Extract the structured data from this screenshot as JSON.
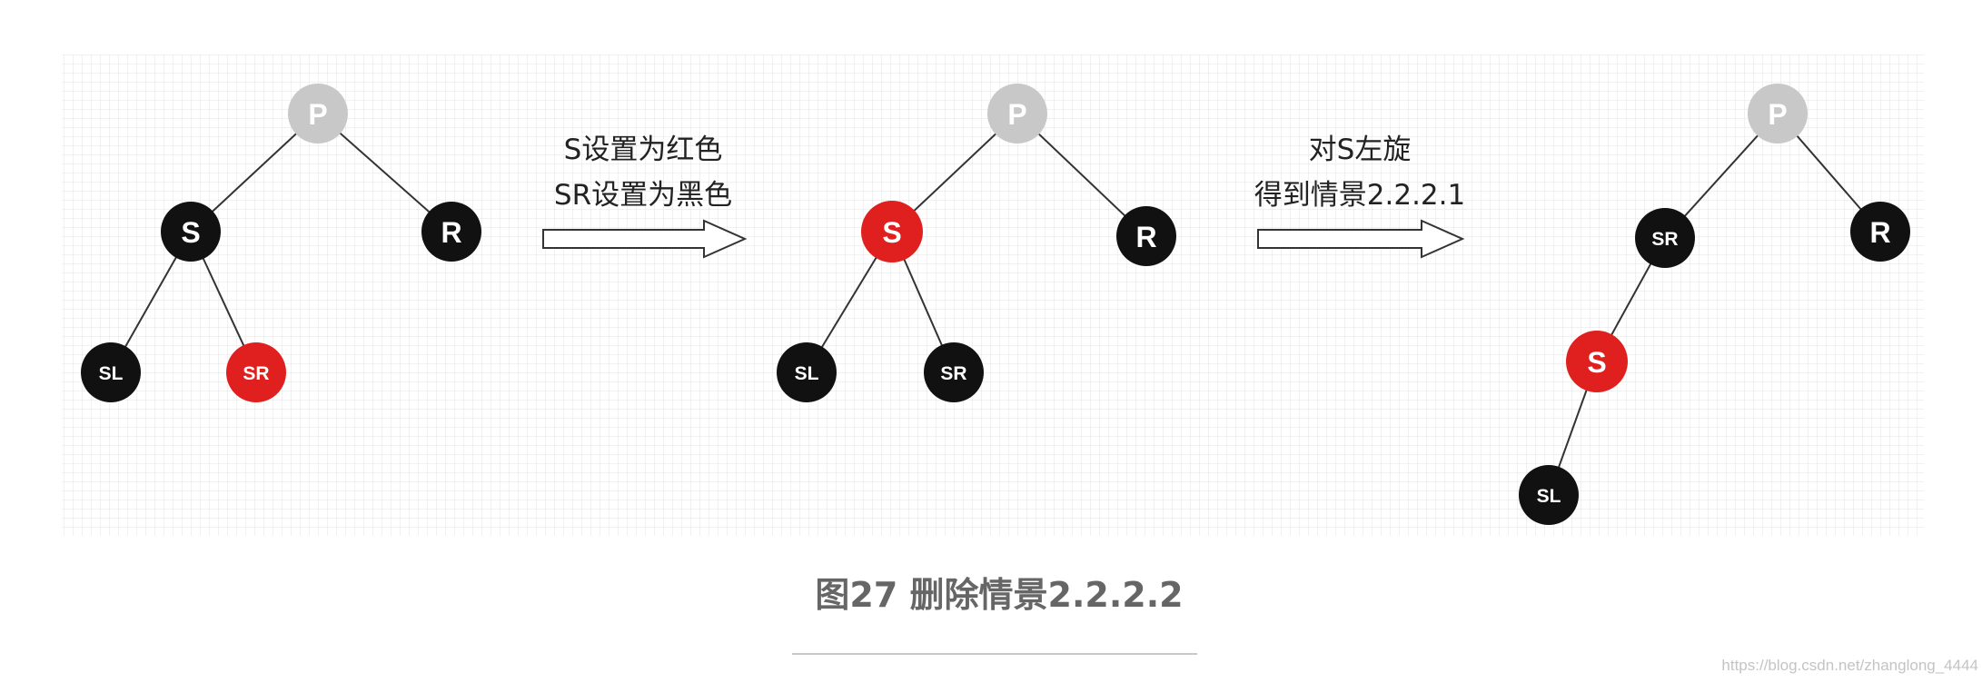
{
  "colors": {
    "black_node": "#111111",
    "red_node": "#e0201f",
    "gray_node": "#c8c8c8",
    "edge": "#333333",
    "grid": "#e3e3e3"
  },
  "panels": [
    {
      "nodes": {
        "P": "P",
        "S": "S",
        "R": "R",
        "SL": "SL",
        "SR": "SR"
      },
      "node_colors": {
        "P": "gray",
        "S": "black",
        "R": "black",
        "SL": "black",
        "SR": "red"
      }
    },
    {
      "nodes": {
        "P": "P",
        "S": "S",
        "R": "R",
        "SL": "SL",
        "SR": "SR"
      },
      "node_colors": {
        "P": "gray",
        "S": "red",
        "R": "black",
        "SL": "black",
        "SR": "black"
      }
    },
    {
      "nodes": {
        "P": "P",
        "SR": "SR",
        "R": "R",
        "S": "S",
        "SL": "SL"
      },
      "node_colors": {
        "P": "gray",
        "SR": "black",
        "R": "black",
        "S": "red",
        "SL": "black"
      }
    }
  ],
  "steps": [
    {
      "line1": "S设置为红色",
      "line2": "SR设置为黑色"
    },
    {
      "line1": "对S左旋",
      "line2": "得到情景2.2.2.1"
    }
  ],
  "caption": "图27 删除情景2.2.2.2",
  "watermark": "https://blog.csdn.net/zhanglong_4444"
}
